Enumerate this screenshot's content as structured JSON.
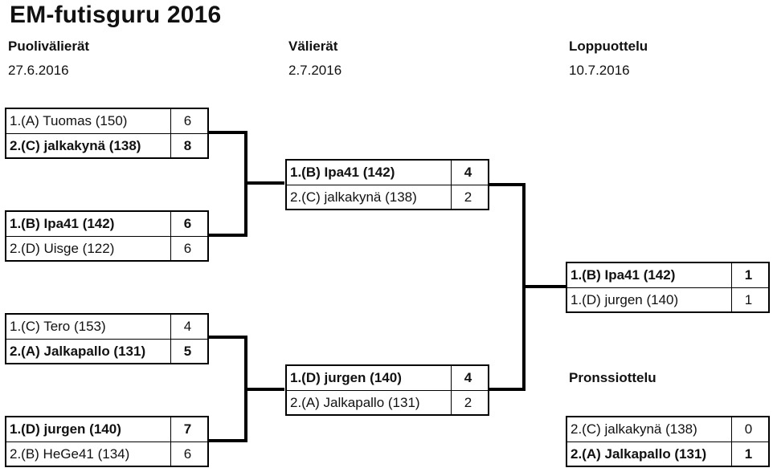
{
  "title": "EM-futisguru 2016",
  "rounds": [
    {
      "name": "Puolivälierät",
      "date": "27.6.2016"
    },
    {
      "name": "Välierät",
      "date": "2.7.2016"
    },
    {
      "name": "Loppuottelu",
      "date": "10.7.2016"
    }
  ],
  "bronze_label": "Pronssiottelu",
  "matches": {
    "qf1": [
      {
        "name": "1.(A) Tuomas (150)",
        "score": "6",
        "winner": false
      },
      {
        "name": "2.(C) jalkakynä (138)",
        "score": "8",
        "winner": true
      }
    ],
    "qf2": [
      {
        "name": "1.(B) Ipa41 (142)",
        "score": "6",
        "winner": true
      },
      {
        "name": "2.(D) Uisge (122)",
        "score": "6",
        "winner": false
      }
    ],
    "qf3": [
      {
        "name": "1.(C) Tero (153)",
        "score": "4",
        "winner": false
      },
      {
        "name": "2.(A) Jalkapallo (131)",
        "score": "5",
        "winner": true
      }
    ],
    "qf4": [
      {
        "name": "1.(D) jurgen (140)",
        "score": "7",
        "winner": true
      },
      {
        "name": "2.(B) HeGe41 (134)",
        "score": "6",
        "winner": false
      }
    ],
    "sf1": [
      {
        "name": "1.(B) Ipa41 (142)",
        "score": "4",
        "winner": true
      },
      {
        "name": "2.(C) jalkakynä (138)",
        "score": "2",
        "winner": false
      }
    ],
    "sf2": [
      {
        "name": "1.(D) jurgen (140)",
        "score": "4",
        "winner": true
      },
      {
        "name": "2.(A) Jalkapallo (131)",
        "score": "2",
        "winner": false
      }
    ],
    "final": [
      {
        "name": "1.(B) Ipa41 (142)",
        "score": "1",
        "winner": true
      },
      {
        "name": "1.(D) jurgen (140)",
        "score": "1",
        "winner": false
      }
    ],
    "bronze": [
      {
        "name": "2.(C) jalkakynä (138)",
        "score": "0",
        "winner": false
      },
      {
        "name": "2.(A) Jalkapallo (131)",
        "score": "1",
        "winner": true
      }
    ]
  }
}
